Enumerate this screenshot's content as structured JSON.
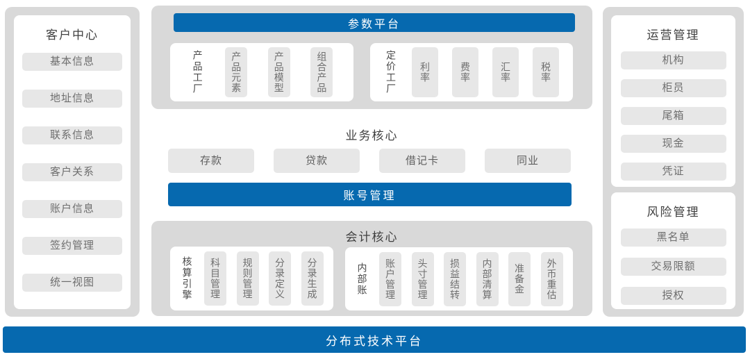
{
  "colors": {
    "accent_blue": "#0669af",
    "container_gray": "#d9d9d9",
    "chip_gray": "#e7e7e7",
    "title_text": "#3f3f3f",
    "chip_text": "#6e6e6e",
    "bar_text": "#ffffff"
  },
  "left_panel": {
    "title": "客户中心",
    "items": [
      "基本信息",
      "地址信息",
      "联系信息",
      "客户关系",
      "账户信息",
      "签约管理",
      "统一视图"
    ]
  },
  "center": {
    "parameter_platform": {
      "title": "参数平台",
      "groups": [
        {
          "label": "产品工厂",
          "items": [
            "产品元素",
            "产品模型",
            "组合产品"
          ]
        },
        {
          "label": "定价工厂",
          "items": [
            "利率",
            "费率",
            "汇率",
            "税率"
          ]
        }
      ]
    },
    "business_core": {
      "title": "业务核心",
      "items": [
        "存款",
        "贷款",
        "借记卡",
        "同业"
      ]
    },
    "account_management": {
      "title": "账号管理"
    },
    "accounting_core": {
      "title": "会计核心",
      "groups": [
        {
          "label": "核算引擎",
          "items": [
            "科目管理",
            "规则管理",
            "分录定义",
            "分录生成"
          ]
        },
        {
          "label": "内部账",
          "items": [
            "账户管理",
            "头寸管理",
            "损益结转",
            "内部清算",
            "准备金",
            "外币重估"
          ]
        }
      ]
    }
  },
  "right_panel": {
    "sections": [
      {
        "title": "运营管理",
        "items": [
          "机构",
          "柜员",
          "尾箱",
          "现金",
          "凭证"
        ]
      },
      {
        "title": "风险管理",
        "items": [
          "黑名单",
          "交易限额",
          "授权"
        ]
      }
    ]
  },
  "footer": {
    "title": "分布式技术平台"
  }
}
